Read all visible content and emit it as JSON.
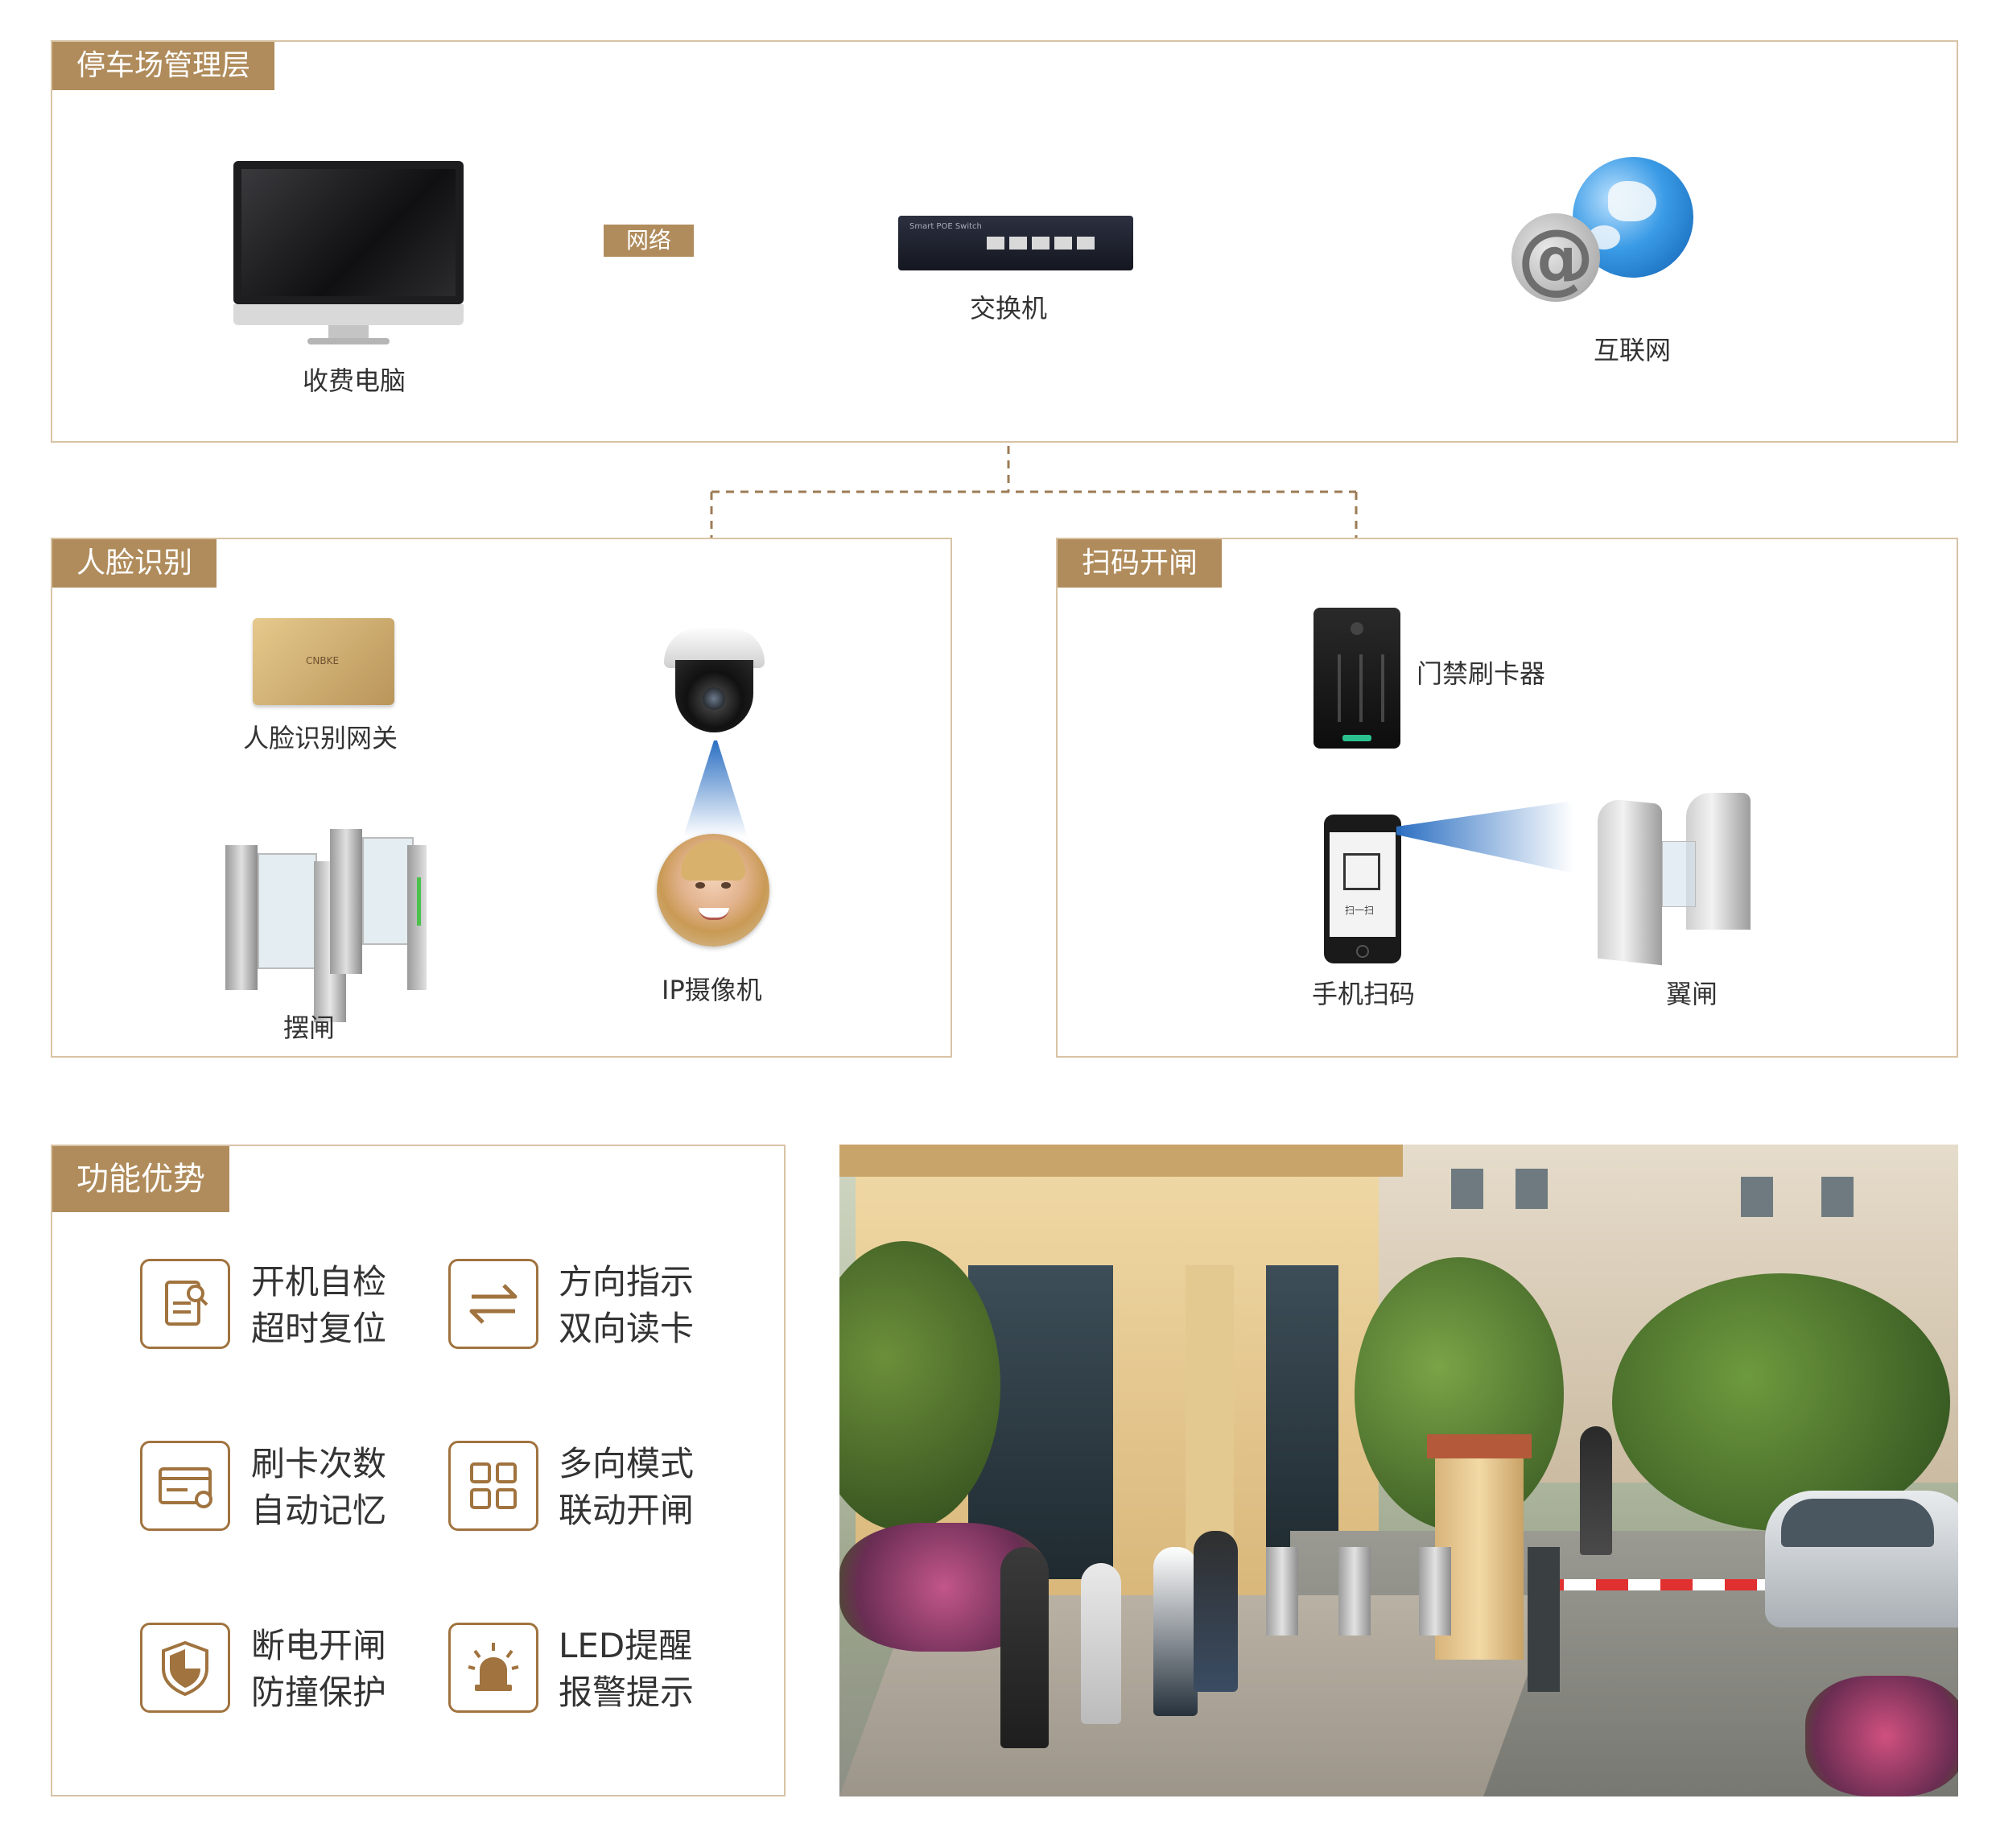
{
  "sections": {
    "management": {
      "title": "停车场管理层",
      "pc_label": "收费电脑",
      "network_label": "网络",
      "switch_label": "交换机",
      "internet_label": "互联网",
      "switch_text": "Smart POE Switch"
    },
    "face": {
      "title": "人脸识别",
      "gateway_label": "人脸识别网关",
      "gateway_brand": "CNBKE",
      "swing_gate_label": "摆闸",
      "camera_label": "IP摄像机"
    },
    "scan": {
      "title": "扫码开闸",
      "card_reader_label": "门禁刷卡器",
      "phone_label": "手机扫码",
      "phone_screen_text": "扫一扫",
      "wing_gate_label": "翼闸"
    },
    "features": {
      "title": "功能优势",
      "items": [
        {
          "icon": "document-search-icon",
          "line1": "开机自检",
          "line2": "超时复位"
        },
        {
          "icon": "bidirectional-arrows-icon",
          "line1": "方向指示",
          "line2": "双向读卡"
        },
        {
          "icon": "card-icon",
          "line1": "刷卡次数",
          "line2": "自动记忆"
        },
        {
          "icon": "grid-modules-icon",
          "line1": "多向模式",
          "line2": "联动开闸"
        },
        {
          "icon": "shield-icon",
          "line1": "断电开闸",
          "line2": "防撞保护"
        },
        {
          "icon": "alarm-light-icon",
          "line1": "LED提醒",
          "line2": "报警提示"
        }
      ]
    }
  },
  "colors": {
    "accent": "#b08c5c",
    "border": "#d8c3a5",
    "icon": "#a0733f",
    "line": "#9c7b55"
  }
}
